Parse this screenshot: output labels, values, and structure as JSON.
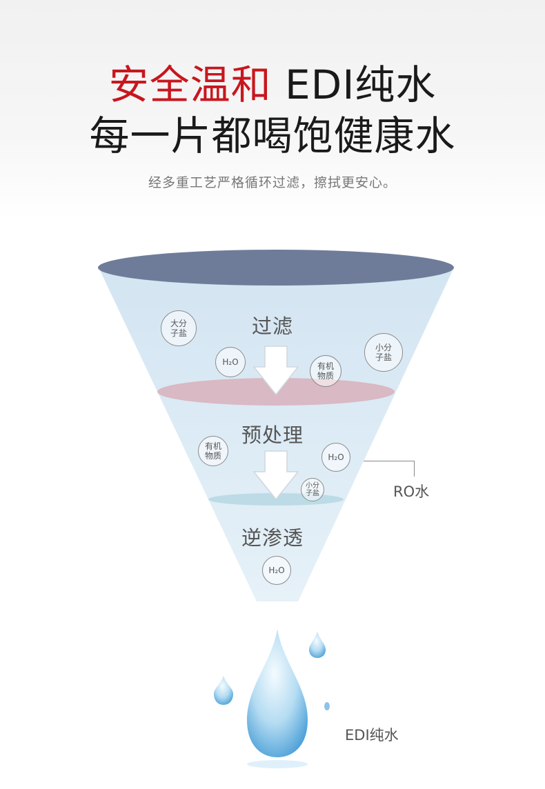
{
  "headline": {
    "line1_red": "安全温和",
    "line1_rest": " EDI纯水",
    "line2": "每一片都喝饱健康水"
  },
  "subtitle": "经多重工艺严格循环过滤，擦拭更安心。",
  "stages": {
    "filter": "过滤",
    "pretreat": "预处理",
    "reverse_osmosis": "逆渗透"
  },
  "bubbles": {
    "b1": "大分\n子盐",
    "b2": "H₂O",
    "b3": "有机\n物质",
    "b4": "小分\n子盐",
    "b5": "有机\n物质",
    "b6": "H₂O",
    "b7": "小分\n子盐",
    "b8": "H₂O"
  },
  "ro_label": "RO水",
  "edi_label": "EDI纯水",
  "colors": {
    "accent_red": "#c8161e",
    "funnel_top": "#6f7c99",
    "filter_layer": "#d9b5c1",
    "funnel_body": "#dcebf5"
  }
}
